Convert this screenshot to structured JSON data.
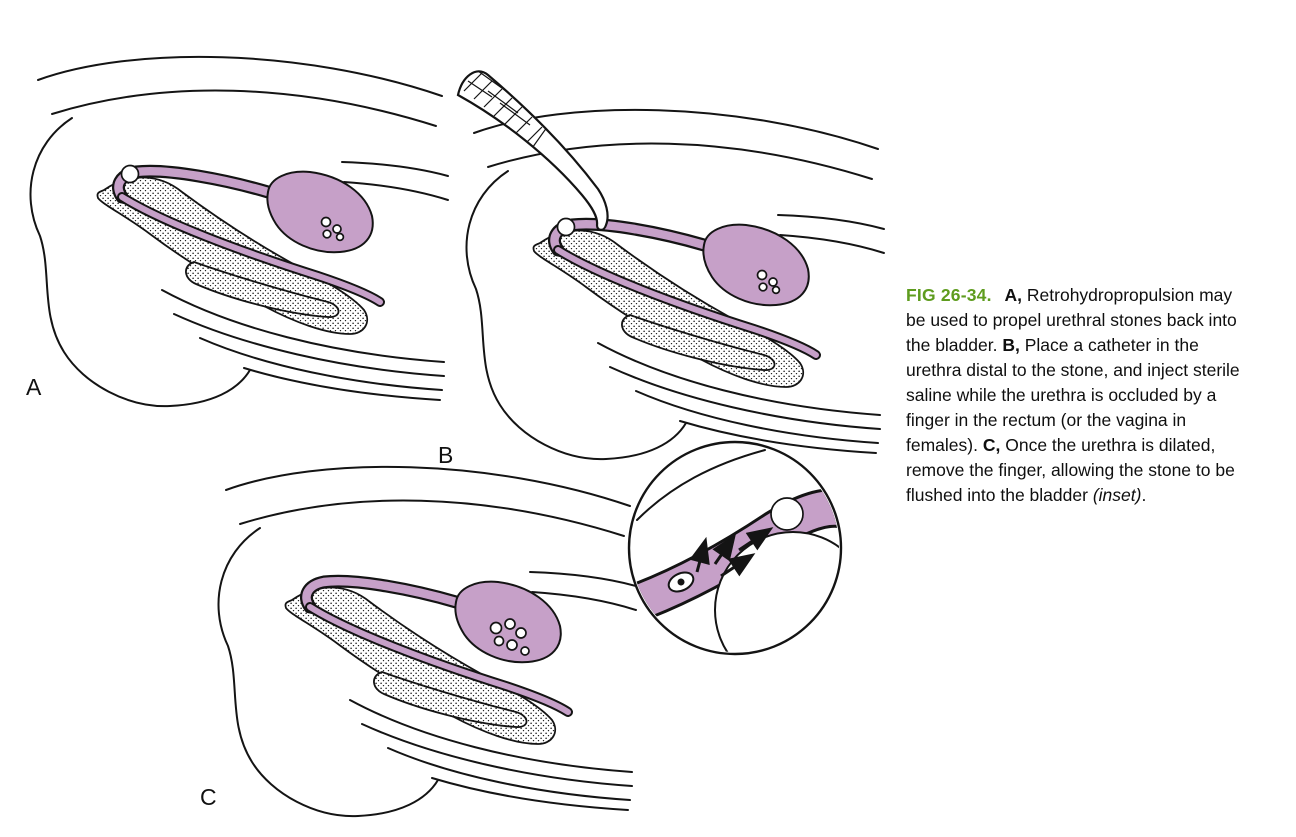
{
  "figure": {
    "panels": [
      {
        "label": "A"
      },
      {
        "label": "B"
      },
      {
        "label": "C"
      }
    ],
    "caption": {
      "fig_label": "FIG 26-34.",
      "a_label": "A,",
      "a_text": "Retrohydropropulsion may be used to propel urethral stones back into the bladder.",
      "b_label": "B,",
      "b_text": "Place a catheter in the urethra distal to the stone, and inject sterile saline while the urethra is occluded by a finger in the rectum (or the vagina in females).",
      "c_label": "C,",
      "c_text": "Once the urethra is dilated, remove the finger, allowing the stone to be flushed into the bladder",
      "inset_ref": "(inset)",
      "terminator": "."
    }
  },
  "colors": {
    "purple": "#c6a0c8",
    "green": "#5e9c1e",
    "ink": "#141414"
  }
}
